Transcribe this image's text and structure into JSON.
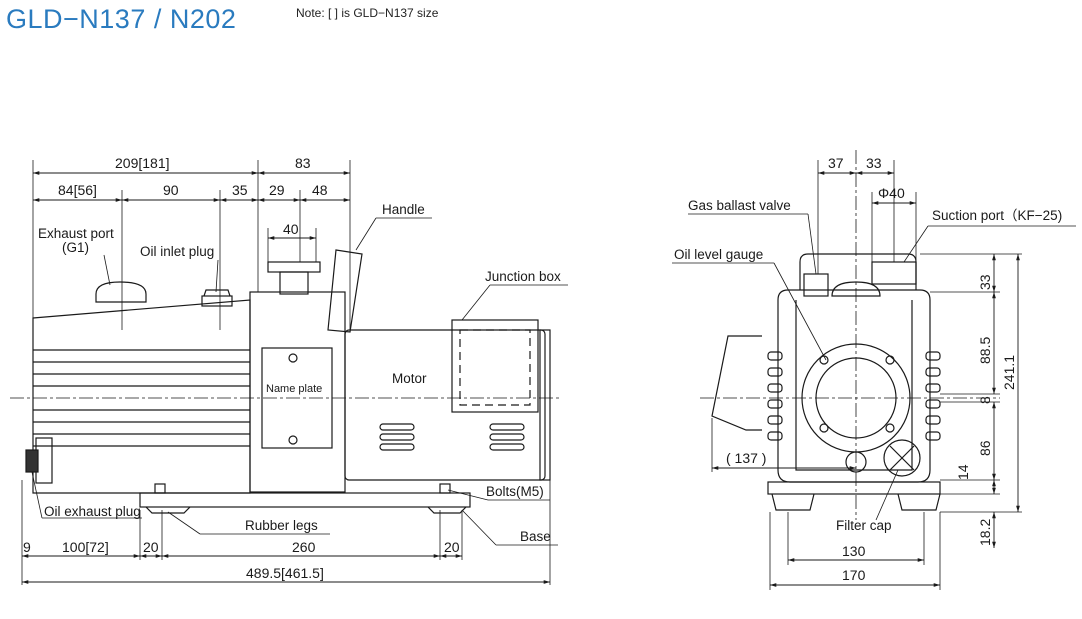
{
  "header": {
    "title": "GLD−N137 / N202",
    "note": "Note: [ ] is GLD−N137 size"
  },
  "side_view": {
    "dims": {
      "total_top": "209[181]",
      "motor_top": "83",
      "d84": "84[56]",
      "d90": "90",
      "d35": "35",
      "d29": "29",
      "d48": "48",
      "d40": "40",
      "d9": "9",
      "d100": "100[72]",
      "d20a": "20",
      "d260": "260",
      "d20b": "20",
      "total_bottom": "489.5[461.5]"
    },
    "labels": {
      "handle": "Handle",
      "exhaust_port": "Exhaust port",
      "exhaust_port_g": "(G1)",
      "oil_inlet": "Oil inlet plug",
      "junction_box": "Junction box",
      "name_plate": "Name plate",
      "motor": "Motor",
      "bolts": "Bolts(M5)",
      "oil_exhaust": "Oil exhaust plug",
      "rubber_legs": "Rubber legs",
      "base": "Base"
    }
  },
  "front_view": {
    "dims": {
      "d37": "37",
      "d33top": "33",
      "phi40": "Φ40",
      "d33": "33",
      "d88": "88.5",
      "d241": "241.1",
      "d8": "8",
      "d86": "86",
      "d14": "14",
      "d18": "18.2",
      "d137": "( 137 )",
      "d130": "130",
      "d170": "170"
    },
    "labels": {
      "gas_ballast": "Gas ballast valve",
      "suction_port": "Suction port（KF−25)",
      "oil_level": "Oil level gauge",
      "filter_cap": "Filter cap"
    }
  }
}
